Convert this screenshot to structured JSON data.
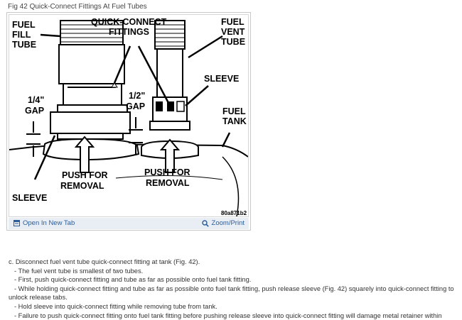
{
  "figure": {
    "caption": "Fig 42 Quick-Connect Fittings At Fuel Tubes",
    "labels": {
      "fuel_fill_tube": [
        "FUEL",
        "FILL",
        "TUBE"
      ],
      "quick_connect_fittings": [
        "QUICK-CONNECT",
        "FITTINGS"
      ],
      "fuel_vent_tube": [
        "FUEL",
        "VENT",
        "TUBE"
      ],
      "sleeve_right": "SLEEVE",
      "gap_quarter": [
        "1/4\"",
        "GAP"
      ],
      "gap_half": [
        "1/2\"",
        "GAP"
      ],
      "fuel_tank": [
        "FUEL",
        "TANK"
      ],
      "push_left": [
        "PUSH FOR",
        "REMOVAL"
      ],
      "push_right": [
        "PUSH FOR",
        "REMOVAL"
      ],
      "sleeve_left": "SLEEVE",
      "image_code": "80a871b2"
    },
    "toolbar": {
      "open_new_tab": "Open In New Tab",
      "zoom_print": "Zoom/Print",
      "open_icon": "new-tab-icon",
      "zoom_icon": "magnifier-icon",
      "link_color": "#2a5c9a"
    }
  },
  "instructions": [
    "c. Disconnect fuel vent tube quick-connect fitting at tank (Fig. 42).",
    "- The fuel vent tube is smallest of two tubes.",
    "- First, push quick-connect fitting and tube as far as possible onto fuel tank fitting.",
    "- While holding quick-connect fitting and tube as far as possible onto fuel tank fitting, push release sleeve (Fig. 42) squarely into quick-connect fitting to",
    "unlock release tabs.",
    "- Hold sleeve into quick-connect fitting while removing tube from tank.",
    "- Failure to push quick-connect fitting onto fuel tank fitting before pushing release sleeve into quick-connect fitting will damage metal retainer within"
  ]
}
